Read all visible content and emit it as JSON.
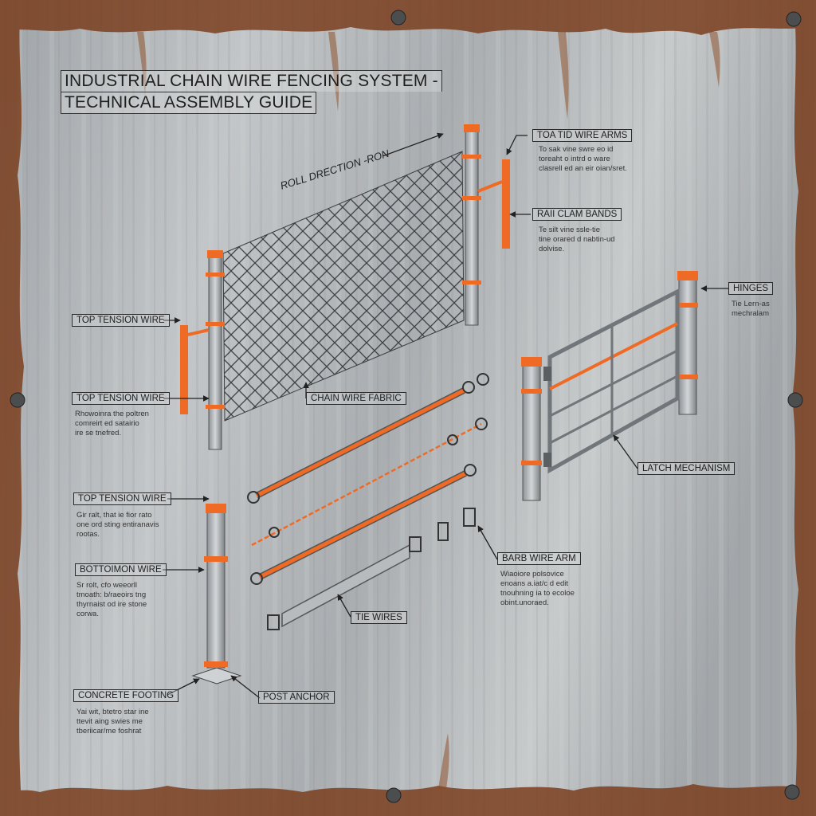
{
  "title": {
    "line1": "INDUSTRIAL CHAIN WIRE FENCING SYSTEM -",
    "line2": "TECHNICAL ASSEMBLY GUIDE"
  },
  "colors": {
    "accent": "#ef6a25",
    "steel": "#a8adb1",
    "rust": "#7a3e1e",
    "background": "#b4b8bb"
  },
  "roll_direction": "ROLL DRECTION -RON",
  "callouts": {
    "top_left_1": {
      "label": "TOP TENSION WIRE"
    },
    "top_left_2": {
      "label": "TOP TENSION WIRE",
      "note": [
        "Rhowoinra the poltren",
        "comreirt ed satairio",
        "ire se tnefred."
      ]
    },
    "chain_fabric": {
      "label": "CHAIN WIRE FABRIC"
    },
    "tension_arms": {
      "label": "TOA TID WIRE ARMS",
      "note": [
        "To sak vine swre eo id",
        "toreaht o intrd o ware",
        "clasrell ed an eir oian/sret."
      ]
    },
    "rail_bands": {
      "label": "RAII CLAM BANDS",
      "note": [
        "Te silt vine ssle-tie",
        "tine orared d nabtin-ud",
        "dolvise."
      ]
    },
    "hinges": {
      "label": "HINGES",
      "note": [
        "Tie Lern-as",
        "mechralam"
      ]
    },
    "latch": {
      "label": "LATCH MECHANISM"
    },
    "top_left_3": {
      "label": "TOP TENSION WIRE",
      "note": [
        "Gir ralt, that ie fior rato",
        "one ord sting entiranavis",
        "rootas."
      ]
    },
    "bottom_wire": {
      "label": "BOTTOIMON WIRE",
      "note": [
        "Sr rolt, cfo weeorll",
        "tmoath: b/raeoirs tng",
        "thyrnaist od ire stone",
        "corwa."
      ]
    },
    "barb_arm": {
      "label": "BARB WIRE ARM",
      "note": [
        "Wiaoiore polsovice",
        "enoans a.iat/c d edit",
        "tnouhning ia to ecoloe",
        "obint.unoraed."
      ]
    },
    "tie_wires": {
      "label": "TIE WIRES"
    },
    "footing": {
      "label": "CONCRETE FOOTING",
      "note": [
        "Yai wit, btetro star ine",
        "ttevit aing swies me",
        "tberiicar/me foshrat"
      ]
    },
    "post_anchor": {
      "label": "POST ANCHOR"
    }
  }
}
